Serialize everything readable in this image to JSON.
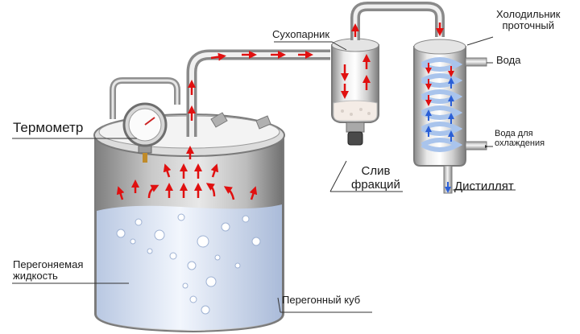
{
  "labels": {
    "thermometer": "Термометр",
    "steamer": "Сухопарник",
    "condenser_line1": "Холодильник",
    "condenser_line2": "проточный",
    "water": "Вода",
    "cooling_water_line1": "Вода для",
    "cooling_water_line2": "охлаждения",
    "fraction_drain_line1": "Слив",
    "fraction_drain_line2": "фракций",
    "distillate": "Дистиллят",
    "liquid_line1": "Перегоняемая",
    "liquid_line2": "жидкость",
    "still": "Перегонный куб"
  },
  "colors": {
    "steel_dark": "#8c8c8c",
    "steel_light": "#f0f0f0",
    "vapor_arrow": "#e01010",
    "cold_arrow": "#2b5fd6",
    "liquid": "#d9e4f5",
    "coil": "#a9c4ec"
  }
}
